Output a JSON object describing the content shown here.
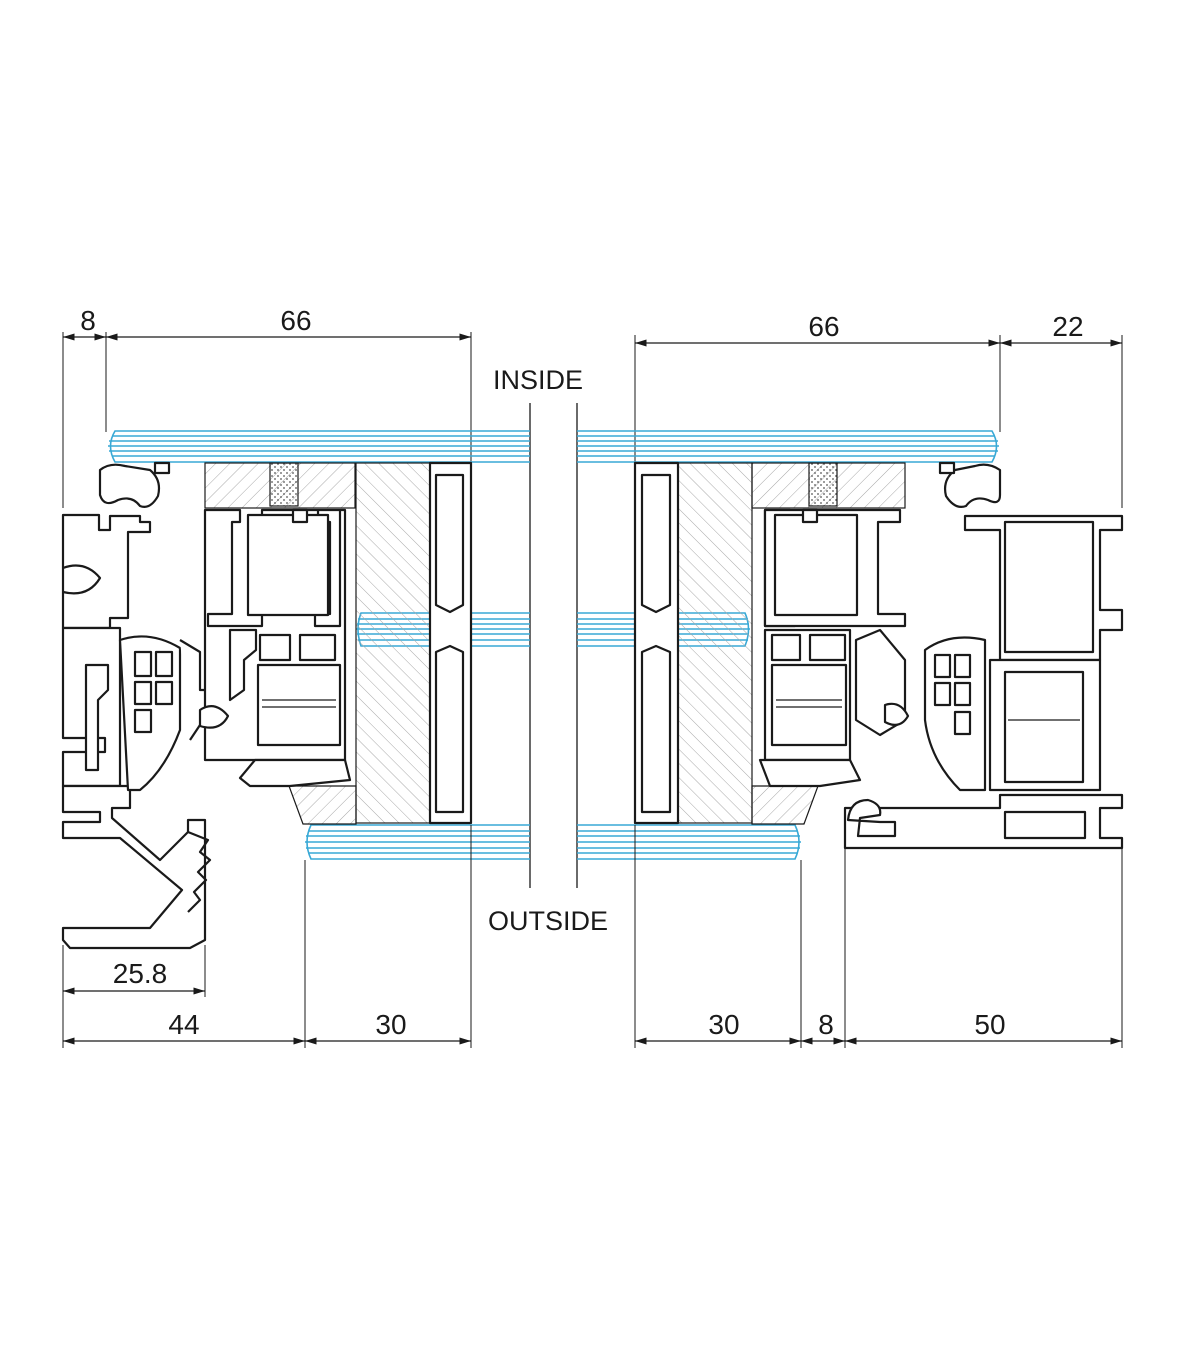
{
  "labels": {
    "inside": "INSIDE",
    "outside": "OUTSIDE"
  },
  "dimensions": {
    "top_left_small": "8",
    "top_left_main": "66",
    "top_right_main": "66",
    "top_right_small": "22",
    "bottom_left_lower": "25.8",
    "bottom_left_main": "44",
    "bottom_left_glass": "30",
    "bottom_right_glass": "30",
    "bottom_right_small": "8",
    "bottom_right_main": "50"
  },
  "colors": {
    "line": "#1a1a1a",
    "glass": "#39a9d6",
    "hatch": "#9a9a9a"
  }
}
